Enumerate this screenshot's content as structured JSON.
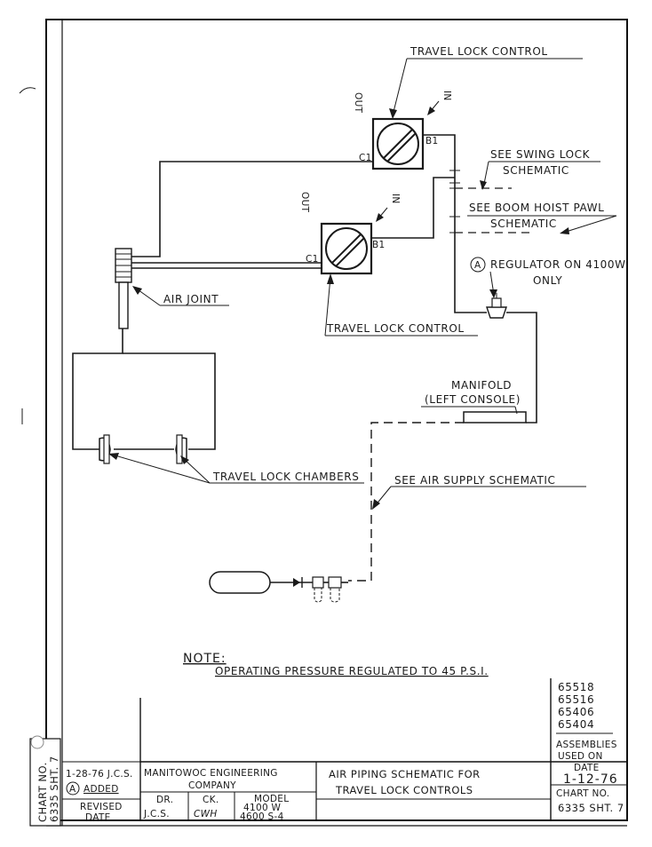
{
  "labels": {
    "travel_lock_control_top": "TRAVEL  LOCK  CONTROL",
    "travel_lock_control_mid": "TRAVEL  LOCK CONTROL",
    "see_swing_lock_1": "SEE  SWING LOCK",
    "see_swing_lock_2": "SCHEMATIC",
    "see_boom_hoist_1": "SEE  BOOM  HOIST  PAWL",
    "see_boom_hoist_2": "SCHEMATIC",
    "regulator_1": "REGULATOR  ON  4100W",
    "regulator_2": "ONLY",
    "regulator_marker": "A",
    "air_joint": "AIR JOINT",
    "manifold_1": "MANIFOLD",
    "manifold_2": "(LEFT CONSOLE)",
    "travel_lock_chambers": "TRAVEL LOCK CHAMBERS",
    "see_air_supply": "SEE  AIR  SUPPLY  SCHEMATIC",
    "port_c1": "C1",
    "port_b1": "B1",
    "out": "OUT",
    "in": "IN"
  },
  "note": {
    "heading": "NOTE:",
    "text": "OPERATING  PRESSURE  REGULATED  TO  45 P.S.I."
  },
  "title_block": {
    "assemblies": [
      "65518",
      "65516",
      "65406",
      "65404"
    ],
    "assemblies_label_1": "ASSEMBLIES",
    "assemblies_label_2": "USED  ON",
    "date_label": "DATE",
    "date_value": "1-12-76",
    "chart_no_label": "CHART  NO.",
    "chart_no_value": "6335 SHT. 7",
    "revision_entry": "1-28-76  J.C.S.",
    "revision_marker": "A",
    "revision_action": "ADDED",
    "revised_label_1": "REVISED",
    "revised_label_2": "DATE",
    "company_1": "MANITOWOC  ENGINEERING",
    "company_2": "COMPANY",
    "dr_label": "DR.",
    "dr_value": "J.C.S.",
    "ck_label": "CK.",
    "ck_value": "CWH",
    "model_label": "MODEL",
    "model_1": "4100 W",
    "model_2": "4600 S-4",
    "title_1": "AIR  PIPING  SCHEMATIC  FOR",
    "title_2": "TRAVEL   LOCK  CONTROLS",
    "side_chart_no": "CHART  NO.",
    "side_chart_value": "6335 SHT. 7"
  }
}
